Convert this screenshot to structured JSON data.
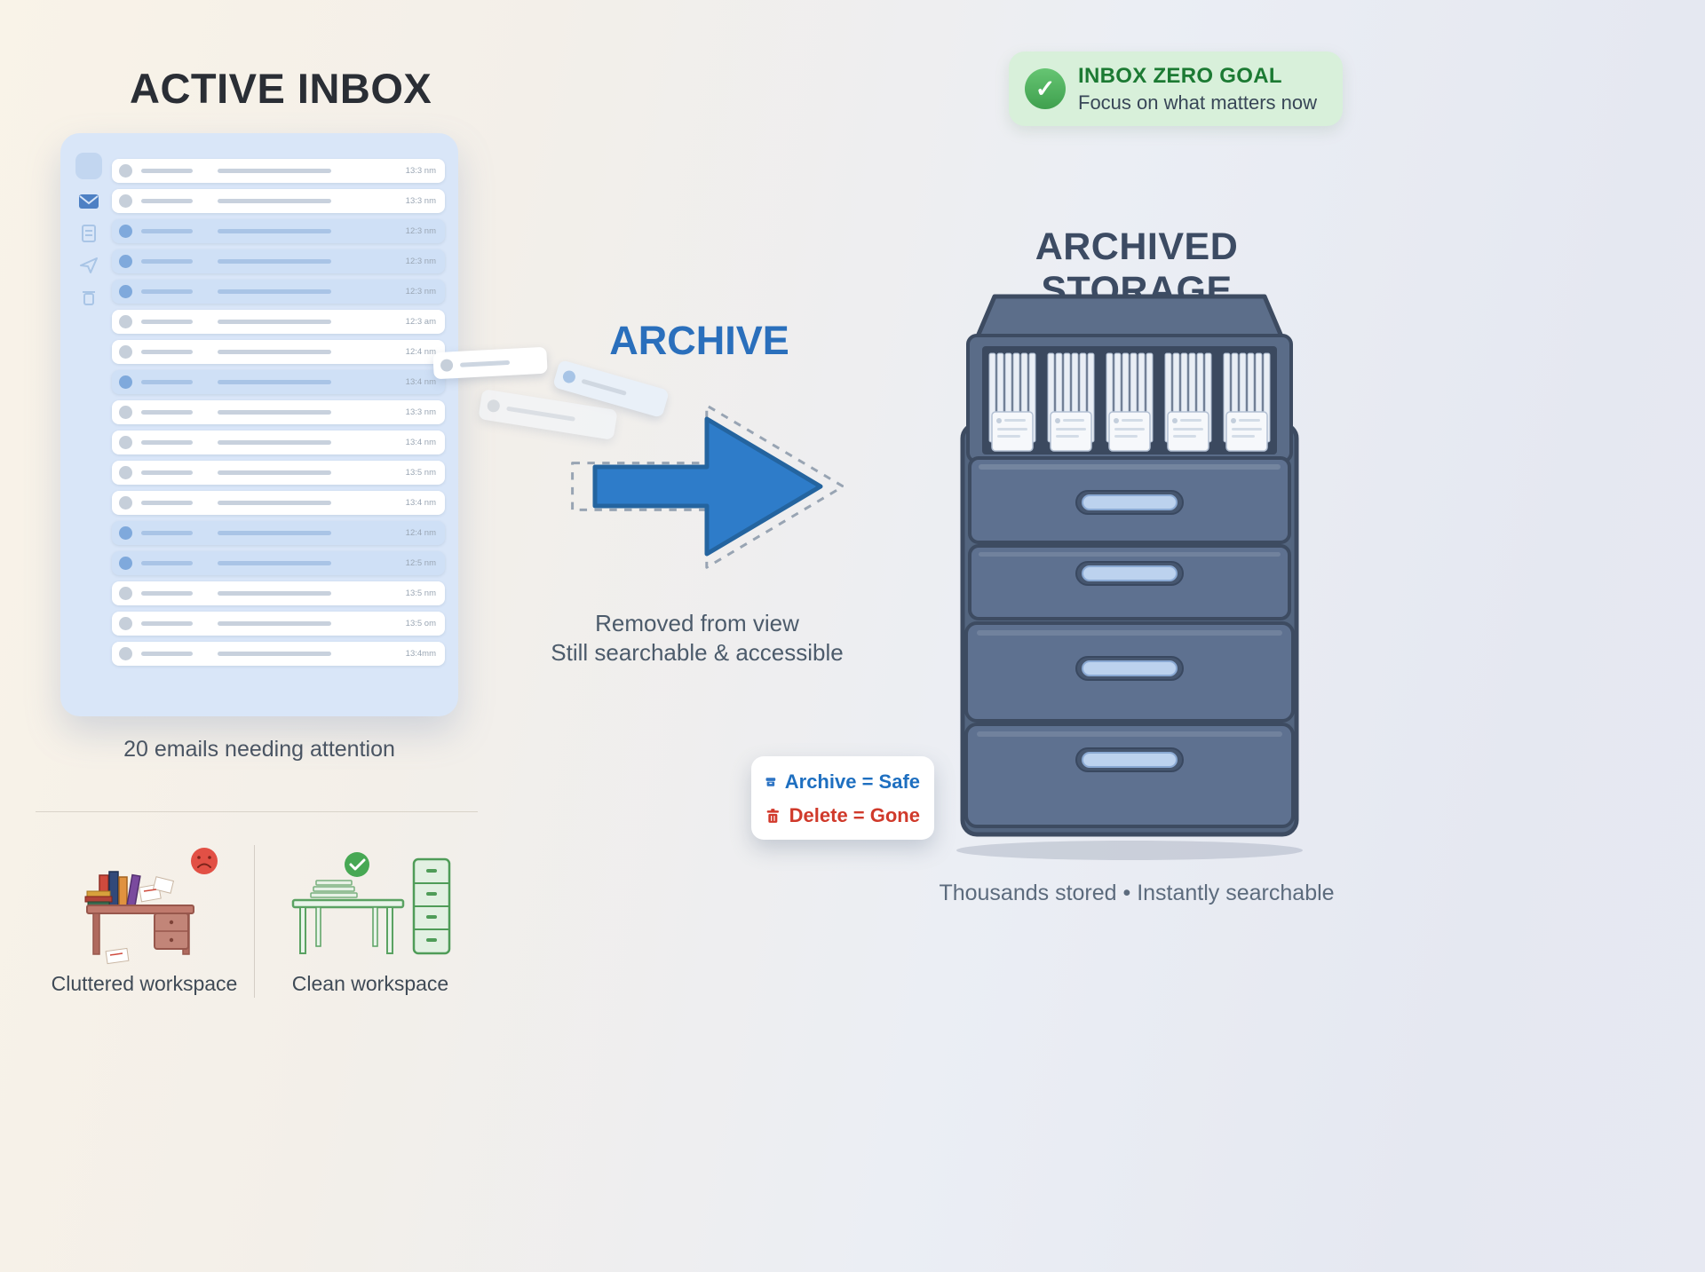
{
  "active_inbox": {
    "title": "ACTIVE INBOX",
    "caption": "20 emails needing attention",
    "rows": [
      {
        "time": "13:3 nm",
        "highlight": false,
        "avatar": "gray"
      },
      {
        "time": "13:3 nm",
        "highlight": false,
        "avatar": "gray"
      },
      {
        "time": "12:3 nm",
        "highlight": true,
        "avatar": "blue"
      },
      {
        "time": "12:3 nm",
        "highlight": true,
        "avatar": "blue"
      },
      {
        "time": "12:3 nm",
        "highlight": true,
        "avatar": "blue"
      },
      {
        "time": "12:3 am",
        "highlight": false,
        "avatar": "gray"
      },
      {
        "time": "12:4 nm",
        "highlight": false,
        "avatar": "gray"
      },
      {
        "time": "13:4 nm",
        "highlight": true,
        "avatar": "blue"
      },
      {
        "time": "13:3 nm",
        "highlight": false,
        "avatar": "gray"
      },
      {
        "time": "13:4 nm",
        "highlight": false,
        "avatar": "gray"
      },
      {
        "time": "13:5 nm",
        "highlight": false,
        "avatar": "gray"
      },
      {
        "time": "13:4 nm",
        "highlight": false,
        "avatar": "gray"
      },
      {
        "time": "12:4 nm",
        "highlight": true,
        "avatar": "blue"
      },
      {
        "time": "12:5 nm",
        "highlight": true,
        "avatar": "blue"
      },
      {
        "time": "13:5 nm",
        "highlight": false,
        "avatar": "gray"
      },
      {
        "time": "13:5 om",
        "highlight": false,
        "avatar": "gray"
      },
      {
        "time": "13:4mm",
        "highlight": false,
        "avatar": "gray"
      }
    ],
    "workspaces": [
      {
        "label": "Cluttered workspace"
      },
      {
        "label": "Clean workspace"
      }
    ]
  },
  "archive": {
    "title": "ARCHIVE",
    "line1": "Removed from view",
    "line2": "Still searchable & accessible"
  },
  "archived_storage": {
    "title": "ARCHIVED STORAGE",
    "caption": "Thousands stored • Instantly searchable",
    "callout": [
      {
        "label": "Archive = Safe"
      },
      {
        "label": "Delete = Gone"
      }
    ]
  },
  "badge": {
    "title": "INBOX ZERO GOAL",
    "subtitle": "Focus on what matters now",
    "check_glyph": "✓"
  },
  "colors": {
    "accent_blue": "#2d74c4",
    "accent_green": "#3f9e4d",
    "danger_red": "#d03a2b",
    "cabinet_slate": "#55677f",
    "inbox_panel": "#d9e6f8"
  },
  "icons": {
    "check": "✓",
    "bullet": "•"
  }
}
